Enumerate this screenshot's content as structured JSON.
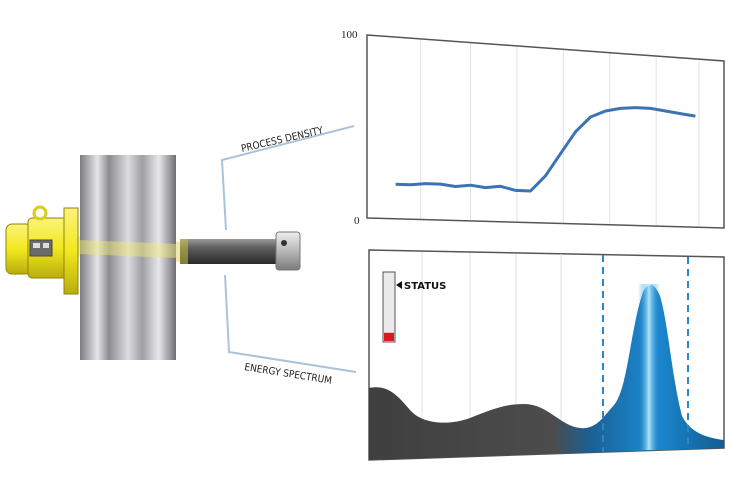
{
  "labels": {
    "process_density": "PROCESS DENSITY",
    "energy_spectrum": "ENERGY SPECTRUM",
    "status": "STATUS"
  },
  "chart_data": [
    {
      "type": "line",
      "y_tick_labels": [
        "100",
        "0"
      ],
      "ylim": [
        0,
        100
      ],
      "grid": "vertical",
      "x": [
        0,
        5,
        10,
        15,
        20,
        25,
        30,
        35,
        40,
        45,
        50,
        55,
        60,
        65,
        70,
        75,
        80,
        85,
        90,
        95,
        100
      ],
      "values": [
        19,
        19,
        20,
        20,
        19,
        20,
        19,
        20,
        18,
        18,
        27,
        40,
        53,
        62,
        66,
        68,
        69,
        69,
        68,
        67,
        66
      ]
    },
    {
      "type": "area",
      "grid": "vertical",
      "markers": [
        "dashed-left",
        "dashed-right"
      ],
      "peak_color": "#1a8ad4",
      "background_color": "#4a4a4a"
    }
  ],
  "status_gauge": {
    "level": 0.12,
    "color": "#d21d1d"
  },
  "colors": {
    "gauge_yellow": "#f2e81f",
    "pipe": "#b9b9bd",
    "connector": "#a9c3db"
  }
}
